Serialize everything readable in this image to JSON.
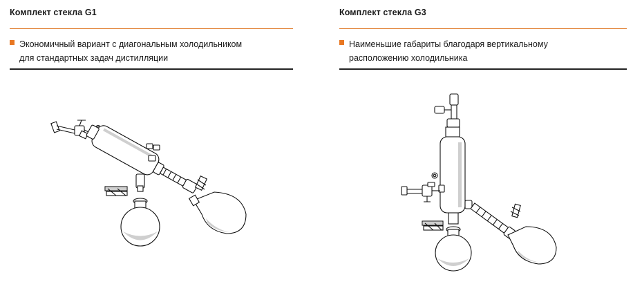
{
  "left": {
    "title": "Комплект стекла G1",
    "description_line1": "Экономичный вариант с диагональным холодильником",
    "description_line2": "для стандартных задач дистилляции"
  },
  "right": {
    "title": "Комплект стекла G3",
    "description_line1": "Наименьшие габариты благодаря вертикальному",
    "description_line2": "расположению холодильника"
  },
  "colors": {
    "accent": "#e87722",
    "rule_accent": "#e07b2a",
    "rule_dark": "#222222"
  }
}
